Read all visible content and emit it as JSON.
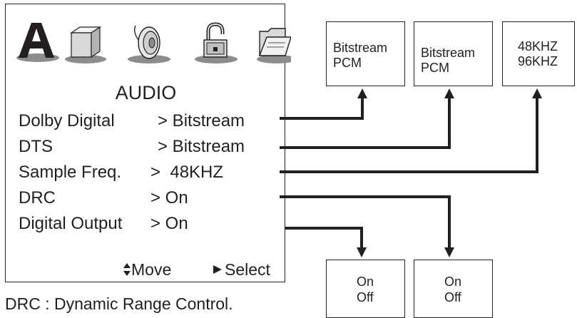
{
  "menu": {
    "title": "AUDIO",
    "tab_icons": [
      "letter-a-icon",
      "box-icon",
      "speaker-icon",
      "padlock-icon",
      "folder-icon"
    ],
    "rows": [
      {
        "label": "Dolby Digital",
        "value": "> Bitstream"
      },
      {
        "label": "DTS",
        "value": "> Bitstream"
      },
      {
        "label": "Sample Freq.",
        "value": ">  48KHZ"
      },
      {
        "label": "DRC",
        "value": "> On"
      },
      {
        "label": "Digital Output",
        "value": "> On"
      }
    ],
    "footer": {
      "move_icon": "up-down-arrow-icon",
      "move_label": "Move",
      "select_icon": "right-triangle-icon",
      "select_label": "Select"
    }
  },
  "option_boxes": {
    "dolby_digital": [
      "Bitstream",
      "PCM"
    ],
    "dts": [
      "Bitstream",
      "PCM"
    ],
    "sample_freq": [
      "48KHZ",
      "96KHZ"
    ],
    "drc": [
      "On",
      "Off"
    ],
    "digital_output": [
      "On",
      "Off"
    ]
  },
  "note": "DRC : Dynamic Range Control.",
  "colors": {
    "ink": "#231f20",
    "icon_base": "#8c8c8c",
    "icon_light": "#e6e6e6",
    "background": "#ffffff"
  }
}
